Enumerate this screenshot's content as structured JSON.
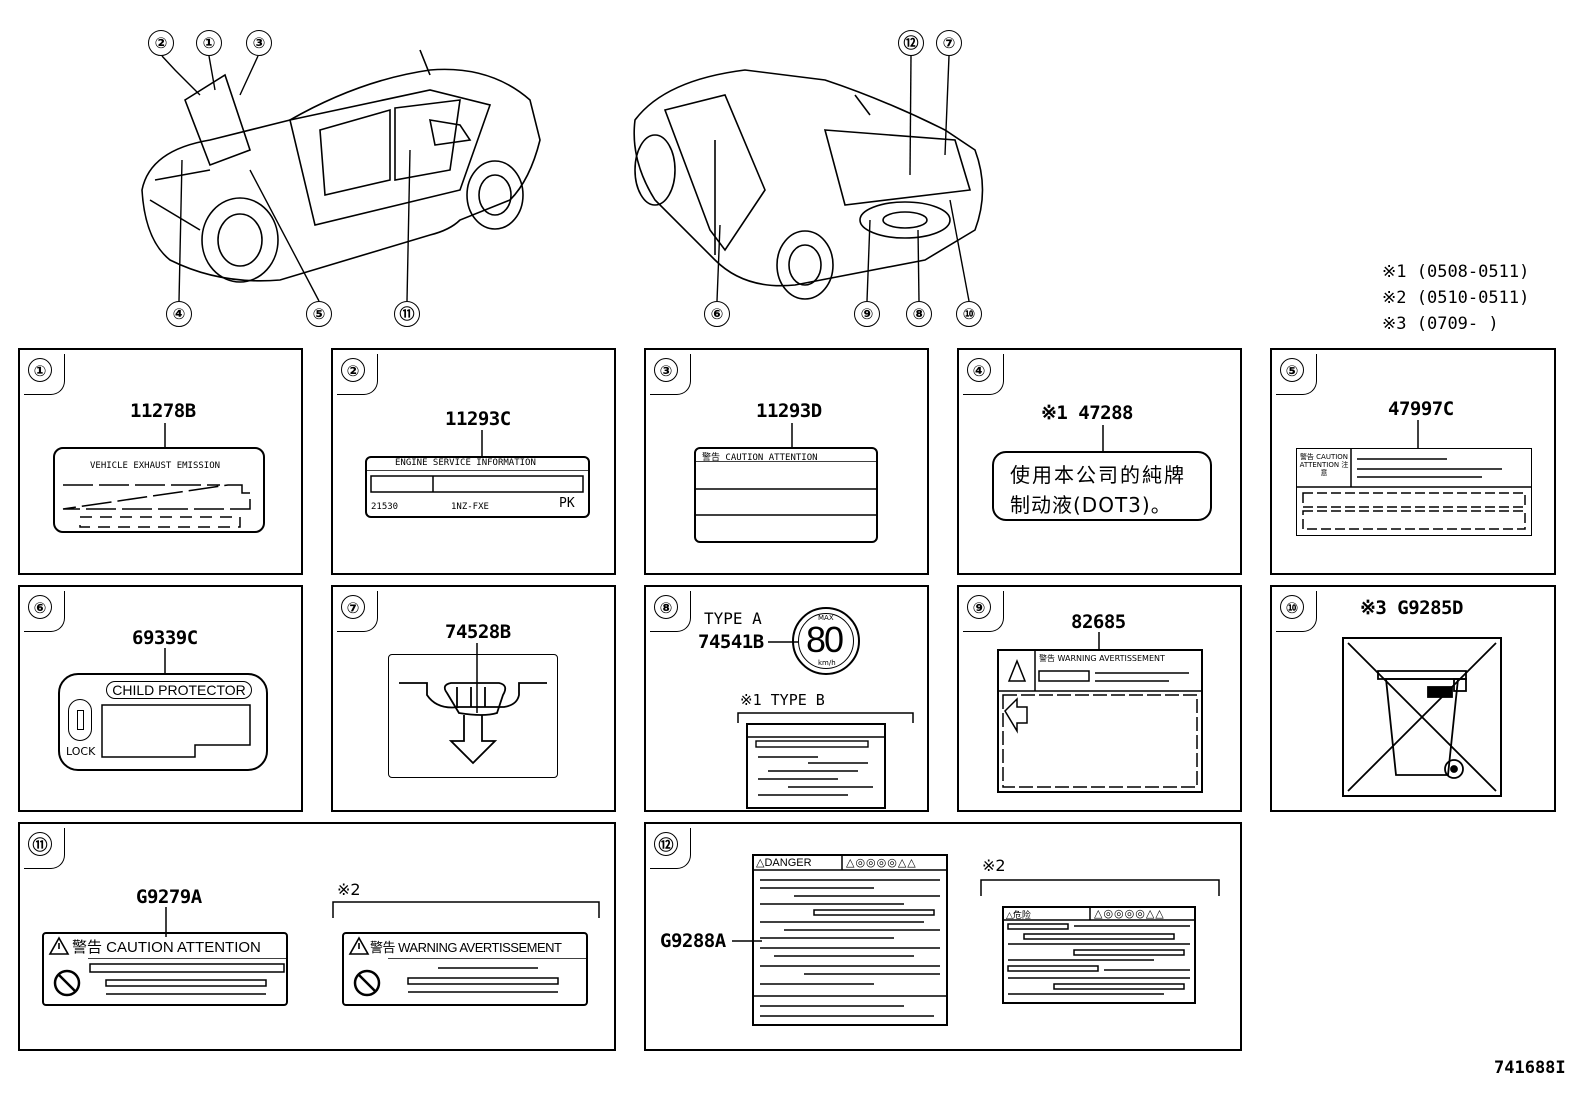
{
  "drawing_id": "741688I",
  "notes": [
    {
      "mark": "※1",
      "range": "(0508-0511)"
    },
    {
      "mark": "※2",
      "range": "(0510-0511)"
    },
    {
      "mark": "※3",
      "range": "(0709-      )"
    }
  ],
  "callouts": [
    "①",
    "②",
    "③",
    "④",
    "⑤",
    "⑪",
    "⑫",
    "⑦",
    "⑥",
    "⑨",
    "⑧",
    "⑩"
  ],
  "panels": {
    "p1": {
      "num": "①",
      "part": "11278B",
      "label_title": "VEHICLE EXHAUST EMISSION"
    },
    "p2": {
      "num": "②",
      "part": "11293C",
      "label_title": "ENGINE SERVICE INFORMATION",
      "code_left": "21530",
      "engine": "1NZ-FXE",
      "suffix": "PK"
    },
    "p3": {
      "num": "③",
      "part": "11293D",
      "label_title": "警告 CAUTION ATTENTION"
    },
    "p4": {
      "num": "④",
      "part": "※1 47288",
      "line1": "使用本公司的純牌",
      "line2": "制动液(DOT3)。"
    },
    "p5": {
      "num": "⑤",
      "part": "47997C",
      "side_text": "警告 CAUTION ATTENTION 注意"
    },
    "p6": {
      "num": "⑥",
      "part": "69339C",
      "header": "CHILD PROTECTOR",
      "lock": "LOCK"
    },
    "p7": {
      "num": "⑦",
      "part": "74528B"
    },
    "p8": {
      "num": "⑧",
      "type_a": "TYPE A",
      "part": "74541B",
      "max": "MAX",
      "speed": "80",
      "unit": "km/h",
      "type_b": "※1 TYPE B"
    },
    "p9": {
      "num": "⑨",
      "part": "82685",
      "header": "警告 WARNING AVERTISSEMENT"
    },
    "p10": {
      "num": "⑩",
      "part": "※3 G9285D"
    },
    "p11": {
      "num": "⑪",
      "part": "G9279A",
      "label_a": "警告 CAUTION ATTENTION",
      "note_b": "※2",
      "label_b": "警告 WARNING AVERTISSEMENT"
    },
    "p12": {
      "num": "⑫",
      "part": "G9288A",
      "label_a_head": "DANGER",
      "note_b": "※2",
      "label_b_head": "危险"
    }
  },
  "colors": {
    "ink": "#000000",
    "paper": "#ffffff"
  }
}
